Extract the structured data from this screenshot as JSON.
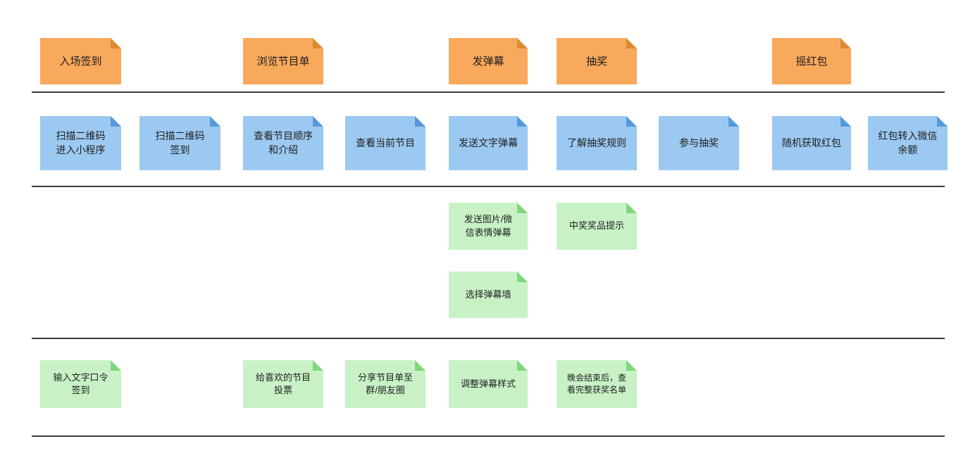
{
  "colors": {
    "activity_fill": "#F9A95C",
    "activity_fold": "#DC8B30",
    "task_fill": "#9CC9F1",
    "task_fold": "#5599DB",
    "detail_fill": "#C8F2C6",
    "detail_fold": "#7FD77B",
    "divider": "#3C3C3C",
    "text": "#1F1F1F"
  },
  "diagram": {
    "activities": [
      {
        "label": "入场签到"
      },
      {
        "label": "浏览节目单"
      },
      {
        "label": "发弹幕"
      },
      {
        "label": "抽奖"
      },
      {
        "label": "摇红包"
      }
    ],
    "tasks": [
      {
        "label": "扫描二维码\n进入小程序"
      },
      {
        "label": "扫描二维码\n签到"
      },
      {
        "label": "查看节目顺序\n和介绍"
      },
      {
        "label": "查看当前节目"
      },
      {
        "label": "发送文字弹幕"
      },
      {
        "label": "了解抽奖规则"
      },
      {
        "label": "参与抽奖"
      },
      {
        "label": "随机获取红包"
      },
      {
        "label": "红包转入微信\n余额"
      }
    ],
    "details": {
      "row1": [
        {
          "label": "发送图片/微\n信表情弹幕"
        },
        {
          "label": "中奖奖品提示"
        }
      ],
      "row2": [
        {
          "label": "选择弹幕墙"
        }
      ],
      "row3": [
        {
          "label": "输入文字口令\n签到"
        },
        {
          "label": "给喜欢的节目\n投票"
        },
        {
          "label": "分享节目单至\n群/朋友圈"
        },
        {
          "label": "调整弹幕样式"
        },
        {
          "label": "晚会结束后，查\n看完整获奖名单"
        }
      ]
    }
  }
}
